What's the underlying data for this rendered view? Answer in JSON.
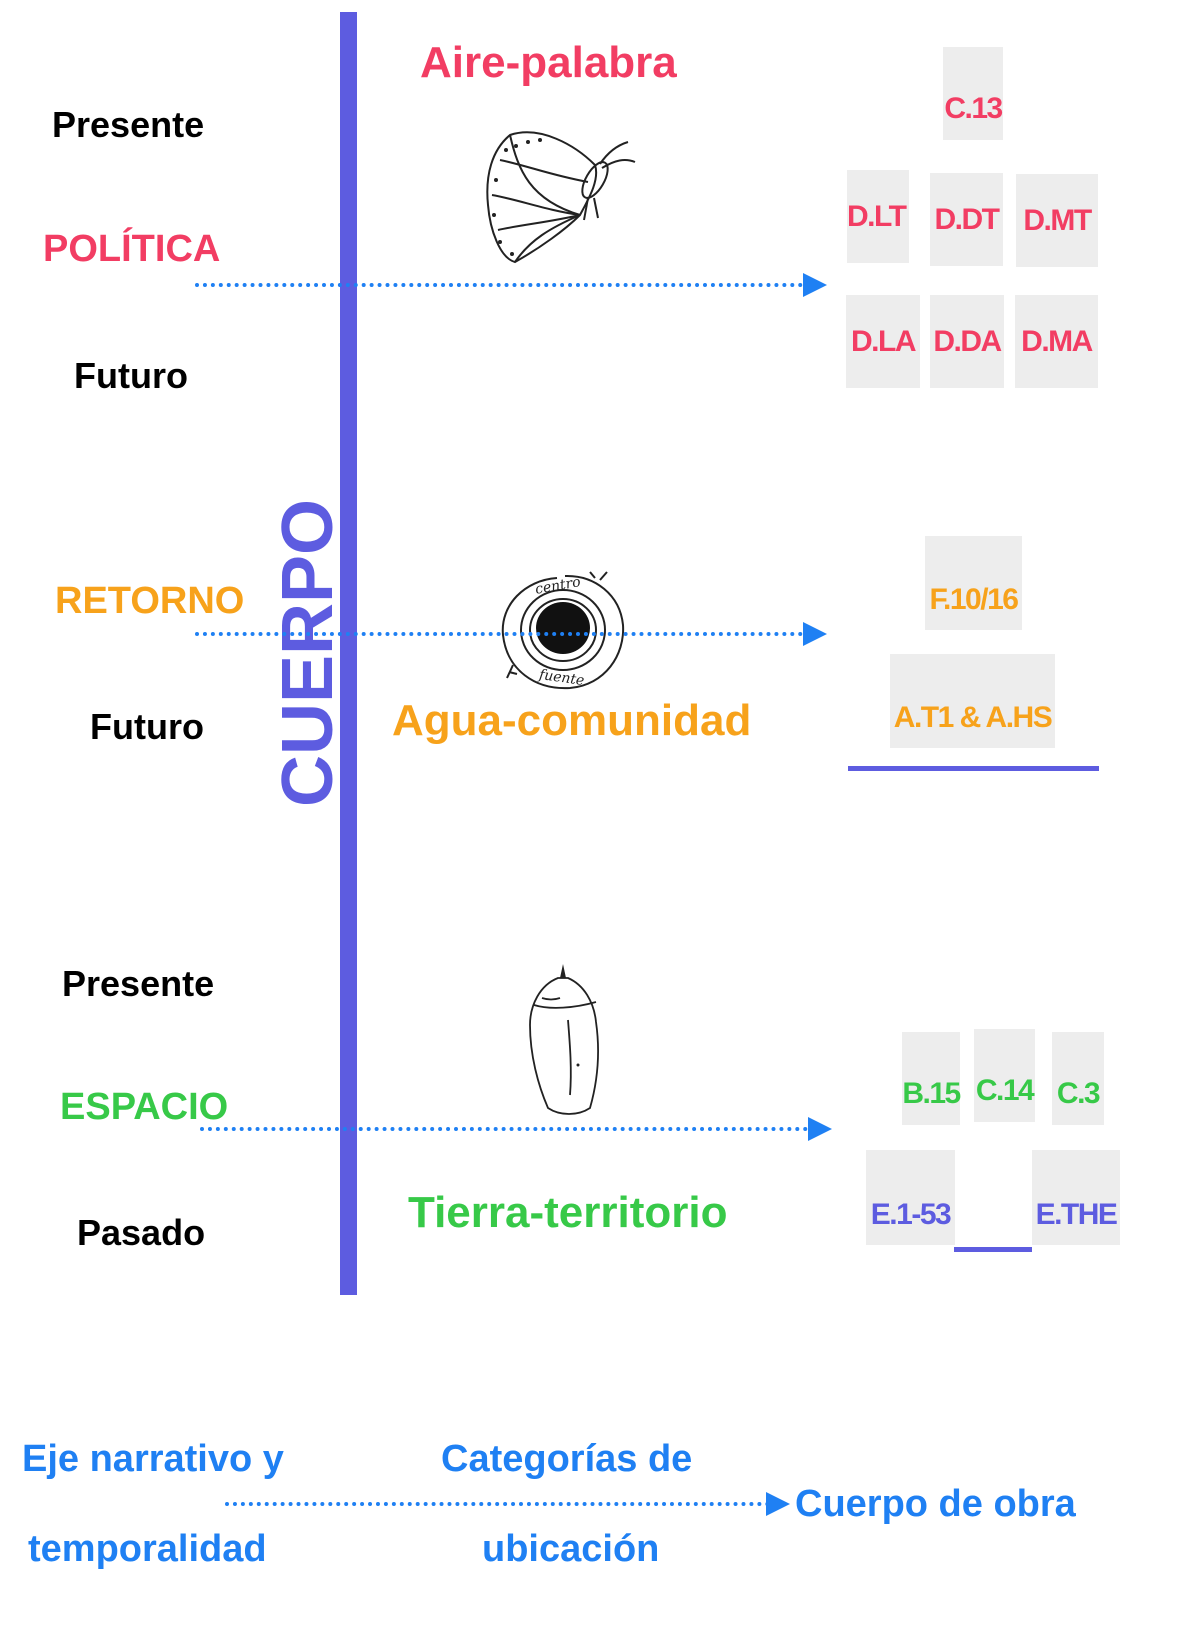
{
  "axis": {
    "label": "CUERPO",
    "color": "#5d5ce0"
  },
  "colors": {
    "politica": "#f23d63",
    "retorno": "#f7a21b",
    "espacio": "#37c948",
    "purple": "#5d5ce0",
    "arrow": "#1f80f3"
  },
  "sections": {
    "politica": {
      "time_top": "Presente",
      "category": "POLÍTICA",
      "time_bottom": "Futuro",
      "element": "Aire-palabra",
      "illustration": "butterfly-icon",
      "works": [
        "C.13",
        "D.LT",
        "D.DT",
        "D.MT",
        "D.LA",
        "D.DA",
        "D.MA"
      ]
    },
    "retorno": {
      "category": "RETORNO",
      "time_bottom": "Futuro",
      "element": "Agua-comunidad",
      "illustration": "spiral-centro-fuente-icon",
      "sketch_text_top": "centro",
      "sketch_text_bottom": "fuente",
      "works": [
        "F.10/16",
        "A.T1 & A.HS"
      ]
    },
    "espacio": {
      "time_top": "Presente",
      "category": "ESPACIO",
      "time_bottom": "Pasado",
      "element": "Tierra-territorio",
      "illustration": "chrysalis-icon",
      "works": [
        "B.15",
        "C.14",
        "C.3",
        "E.1-53",
        "E.THE"
      ]
    }
  },
  "legend": {
    "left_line1": "Eje narrativo y",
    "left_line2": "temporalidad",
    "middle_line1": "Categorías de",
    "middle_line2": "ubicación",
    "right": "Cuerpo de obra"
  }
}
